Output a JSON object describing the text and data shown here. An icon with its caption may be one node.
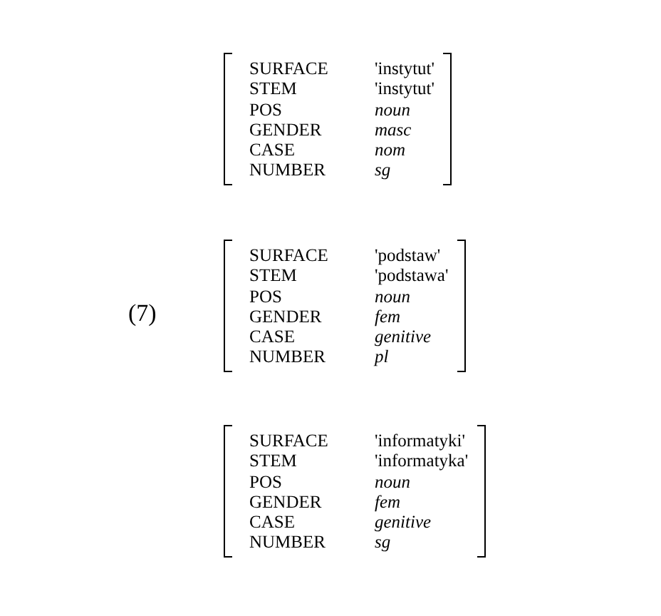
{
  "diagram": {
    "labels": [
      "(7)",
      "SURFACE",
      "'instytut'",
      "STEM",
      "'instytut'",
      "POS",
      "noun",
      "GENDER",
      "masc",
      "CASE",
      "nom",
      "NUMBER",
      "sg",
      "SURFACE",
      "'podstaw'",
      "STEM",
      "'podstawa'",
      "POS",
      "noun",
      "GENDER",
      "fem",
      "CASE",
      "genitive",
      "NUMBER",
      "pl",
      "SURFACE",
      "'informatyki'",
      "STEM",
      "'informatyka'",
      "POS",
      "noun",
      "GENDER",
      "fem",
      "CASE",
      "genitive",
      "NUMBER",
      "sg"
    ]
  }
}
